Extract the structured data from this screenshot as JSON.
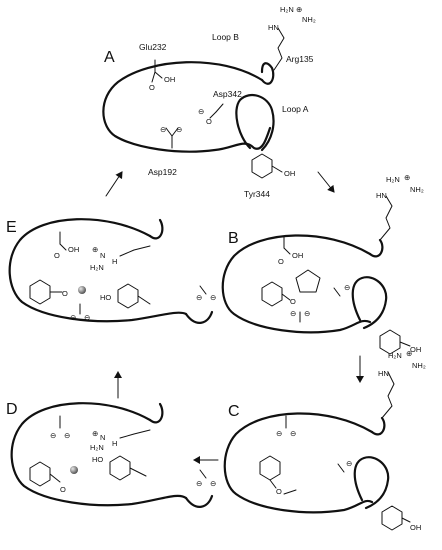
{
  "panels": {
    "A": {
      "letter": "A",
      "glu": "Glu232",
      "loop_b": "Loop B",
      "arg": "Arg135",
      "asp342": "Asp342",
      "loop_a": "Loop A",
      "asp192": "Asp192",
      "tyr": "Tyr344",
      "oh": "OH"
    },
    "B": {
      "letter": "B",
      "oh": "OH"
    },
    "C": {
      "letter": "C",
      "oh": "OH"
    },
    "D": {
      "letter": "D",
      "ho": "HO"
    },
    "E": {
      "letter": "E",
      "ho": "HO"
    }
  },
  "chem": {
    "acid_o": "O",
    "acid_oh": "OH",
    "carbox_o": "O",
    "carbox_minus": "⊖",
    "guan_plus": "⊕",
    "nh2": "NH₂",
    "h2n": "H₂N",
    "hn": "HN",
    "h": "H",
    "n": "N",
    "o": "O"
  }
}
